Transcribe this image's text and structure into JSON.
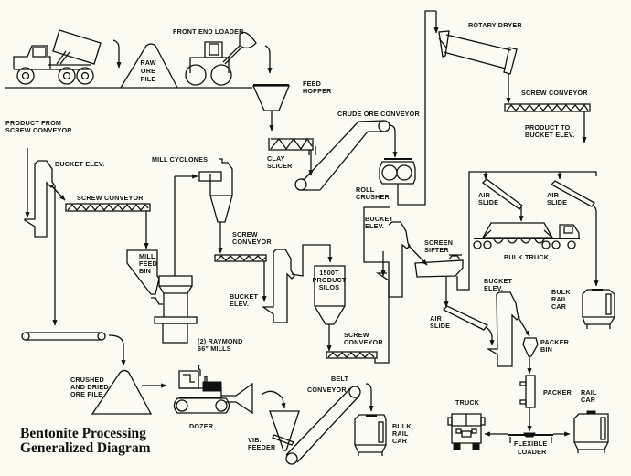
{
  "title": {
    "line1": "Bentonite Processing",
    "line2": "Generalized Diagram"
  },
  "labels": {
    "front_end_loader": "FRONT END LOADER",
    "raw_ore_pile": [
      "RAW",
      "ORE",
      "PILE"
    ],
    "feed_hopper": [
      "FEED",
      "HOPPER"
    ],
    "clay_slicer": [
      "CLAY",
      "SLICER"
    ],
    "crude_ore_conveyor": "CRUDE ORE CONVEYOR",
    "roll_crusher": [
      "ROLL",
      "CRUSHER"
    ],
    "rotary_dryer": "ROTARY DRYER",
    "screw_conveyor_top": "SCREW CONVEYOR",
    "product_to_bucket_elev": [
      "PRODUCT TO",
      "BUCKET ELEV."
    ],
    "product_from_screw_conveyor": [
      "PRODUCT FROM",
      "SCREW CONVEYOR"
    ],
    "bucket_elev_left": "BUCKET ELEV.",
    "screw_conveyor_left": "SCREW CONVEYOR",
    "mill_cyclones": "MILL CYCLONES",
    "mill_feed_bin": [
      "MILL",
      "FEED",
      "BIN"
    ],
    "screw_conveyor_mid": [
      "SCREW",
      "CONVEYOR"
    ],
    "bucket_elev_mid": [
      "BUCKET",
      "ELEV."
    ],
    "product_silos": [
      "1500T",
      "PRODUCT",
      "SILOS"
    ],
    "screw_conveyor_silo": [
      "SCREW",
      "CONVEYOR"
    ],
    "raymond_mills": [
      "(2)  RAYMOND",
      "66\"  MILLS"
    ],
    "bucket_elev_right": [
      "BUCKET",
      "ELEV."
    ],
    "screen_sifter": [
      "SCREEN",
      "SIFTER"
    ],
    "air_slide_1": [
      "AIR",
      "SLIDE"
    ],
    "air_slide_2": [
      "AIR",
      "SLIDE"
    ],
    "air_slide_3": [
      "AIR",
      "SLIDE"
    ],
    "bulk_truck": "BULK  TRUCK",
    "bulk_rail_car_right": [
      "BULK",
      "RAIL",
      "CAR"
    ],
    "bucket_elev_packer": [
      "BUCKET",
      "ELEV."
    ],
    "packer_bin": [
      "PACKER",
      "BIN"
    ],
    "packer": "PACKER",
    "crushed_ore_pile": [
      "CRUSHED",
      "AND DRIED",
      "ORE PILE"
    ],
    "dozer": "DOZER",
    "vib_feeder": [
      "VIB.",
      "FEEDER"
    ],
    "belt_conveyor": [
      "BELT",
      "CONVEYOR"
    ],
    "bulk_rail_car_bottom": [
      "BULK",
      "RAIL",
      "CAR"
    ],
    "truck": "TRUCK",
    "rail_car": [
      "RAIL",
      "CAR"
    ],
    "flexible_loader": [
      "FLEXIBLE",
      "LOADER"
    ]
  },
  "colors": {
    "background": "#fbfbf2",
    "ink": "#111111"
  }
}
